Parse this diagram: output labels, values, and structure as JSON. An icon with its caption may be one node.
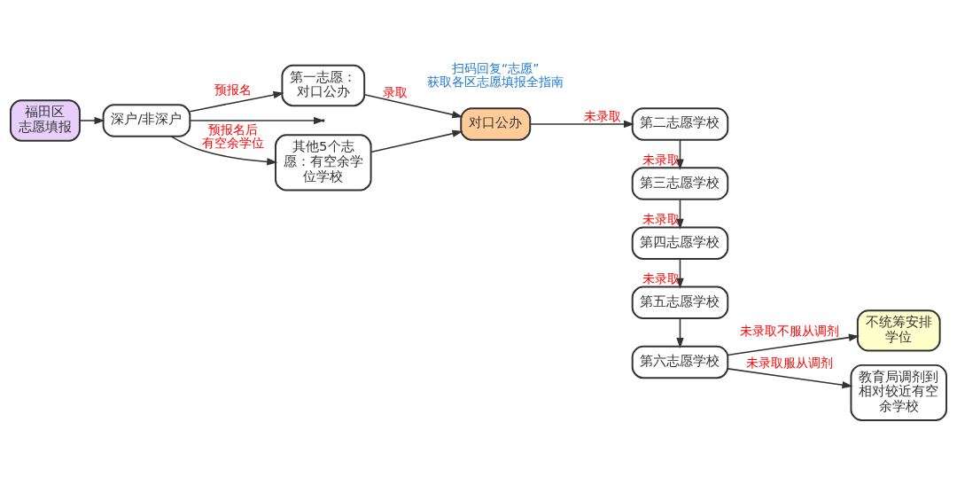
{
  "diagram": {
    "nodes": [
      {
        "text": [
          "福田区志愿填报"
        ]
      },
      {
        "text": [
          "深户/非深户"
        ]
      },
      {
        "text": [
          "第一志愿：对口公办"
        ]
      },
      {
        "text": [
          "其他5个志愿：有空余学位学校"
        ]
      },
      {
        "text": [
          "对口公办"
        ]
      },
      {
        "text": [
          "第二志愿学校"
        ]
      },
      {
        "text": [
          "第三志愿学校"
        ]
      },
      {
        "text": [
          "第四志愿学校"
        ]
      },
      {
        "text": [
          "第五志愿学校"
        ]
      },
      {
        "text": [
          "第六志愿学校"
        ]
      },
      {
        "text": [
          "不统筹安排学位"
        ]
      },
      {
        "text": [
          "教育局调剂到相对较近有空余学校"
        ]
      }
    ],
    "edges": [
      {
        "from": 0,
        "to": 1,
        "arrow": "to"
      },
      {
        "from": 1,
        "to": 2,
        "arrow": "to",
        "label": "预报名"
      },
      {
        "from": 1,
        "to": null,
        "arrow": "to"
      },
      {
        "from": 1,
        "to": 3,
        "arrow": "to",
        "label": "预报名后有空余学位"
      },
      {
        "from": 2,
        "to": 4,
        "arrow": "to",
        "label": "录取"
      },
      {
        "from": 3,
        "to": 4,
        "arrow": "to"
      },
      {
        "from": 4,
        "to": 5,
        "arrow": "to",
        "label": "未录取"
      },
      {
        "from": 5,
        "to": 6,
        "arrow": "to",
        "label": "未录取"
      },
      {
        "from": 6,
        "to": 7,
        "arrow": "to",
        "label": "未录取"
      },
      {
        "from": 7,
        "to": 8,
        "arrow": "to",
        "label": "未录取"
      },
      {
        "from": 8,
        "to": 9,
        "arrow": "to"
      },
      {
        "from": 9,
        "to": 10,
        "arrow": "to",
        "label": "未录取不服从调剂"
      },
      {
        "from": 9,
        "to": 11,
        "arrow": "to",
        "label": "未录取服从调剂"
      }
    ],
    "labels": [
      "扫码回复“志愿”获取各区志愿填报全指南"
    ]
  }
}
